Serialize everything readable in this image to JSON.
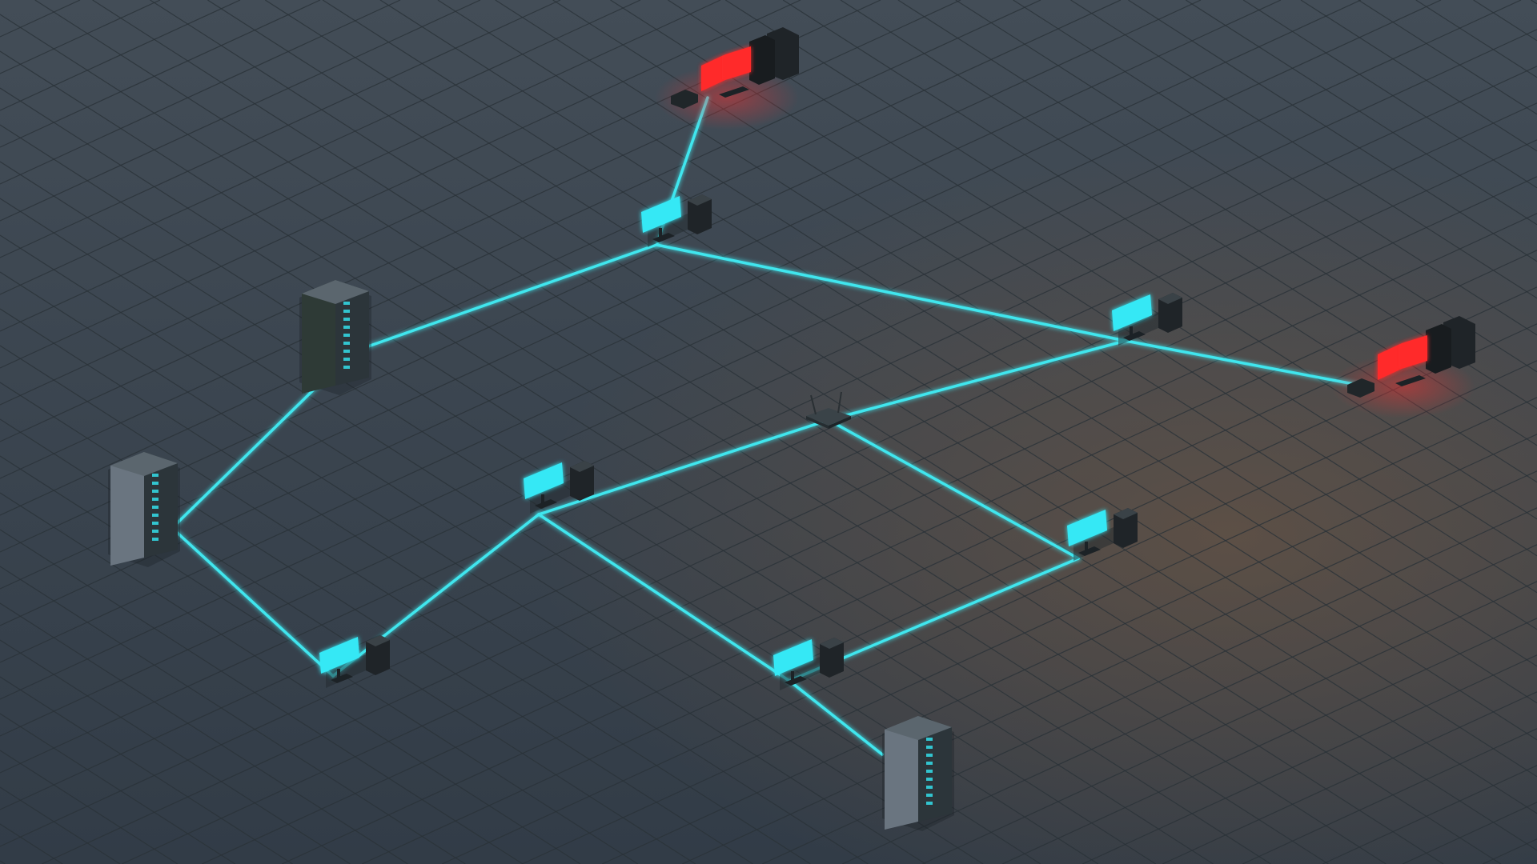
{
  "colors": {
    "background": "#3d4853",
    "grid_line": "#2a3238",
    "link": "#3fe6ee",
    "screen_ok": "#35e8f5",
    "screen_alert": "#ff2a2a",
    "case": "#1f2428",
    "rack_light": "#6a7580",
    "rack_dark": "#2e3a36"
  },
  "nodes": [
    {
      "id": "red1",
      "type": "workstation",
      "status": "alert"
    },
    {
      "id": "pc1",
      "type": "pc",
      "status": "ok"
    },
    {
      "id": "server1",
      "type": "server",
      "status": "ok",
      "variant": "dark"
    },
    {
      "id": "server2",
      "type": "server",
      "status": "ok",
      "variant": "light"
    },
    {
      "id": "pc2",
      "type": "pc",
      "status": "ok"
    },
    {
      "id": "red2",
      "type": "workstation",
      "status": "alert"
    },
    {
      "id": "router",
      "type": "router",
      "status": "ok"
    },
    {
      "id": "pc3",
      "type": "pc",
      "status": "ok"
    },
    {
      "id": "pc4",
      "type": "pc",
      "status": "ok"
    },
    {
      "id": "pc5",
      "type": "pc",
      "status": "ok"
    },
    {
      "id": "pc6",
      "type": "pc",
      "status": "ok"
    },
    {
      "id": "server3",
      "type": "server",
      "status": "ok",
      "variant": "light"
    }
  ],
  "links": [
    [
      "red1",
      "pc1"
    ],
    [
      "pc1",
      "server1"
    ],
    [
      "pc1",
      "pc2"
    ],
    [
      "pc2",
      "red2"
    ],
    [
      "pc2",
      "router"
    ],
    [
      "router",
      "pc3"
    ],
    [
      "router",
      "pc4"
    ],
    [
      "server1",
      "server2"
    ],
    [
      "server2",
      "pc5"
    ],
    [
      "pc5",
      "pc3"
    ],
    [
      "pc3",
      "pc6"
    ],
    [
      "pc6",
      "pc4"
    ],
    [
      "pc6",
      "server3"
    ]
  ]
}
